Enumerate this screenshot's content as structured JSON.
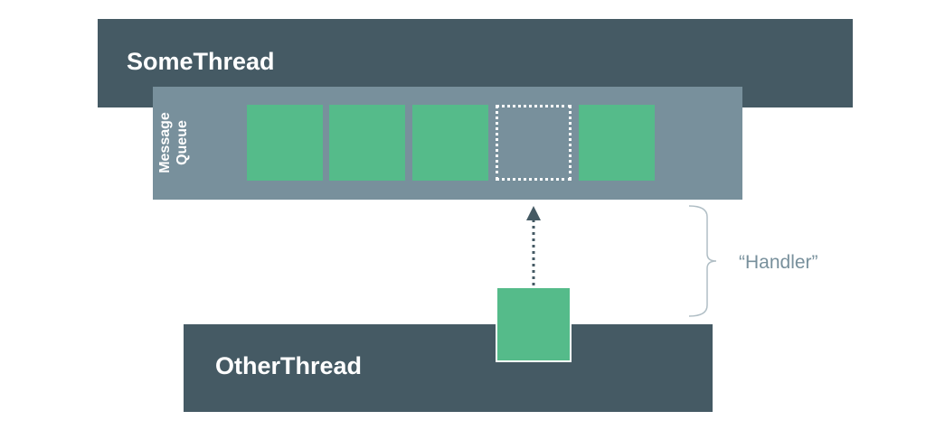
{
  "some_thread": {
    "label": "SomeThread"
  },
  "message_queue": {
    "label_line1": "Message",
    "label_line2": "Queue",
    "slots": [
      "filled",
      "filled",
      "filled",
      "empty",
      "filled"
    ]
  },
  "other_thread": {
    "label": "OtherThread"
  },
  "handler": {
    "label": "“Handler”"
  },
  "colors": {
    "thread": "#455a64",
    "queue": "#78909c",
    "message": "#55bb8a",
    "handler_text": "#78909c"
  }
}
